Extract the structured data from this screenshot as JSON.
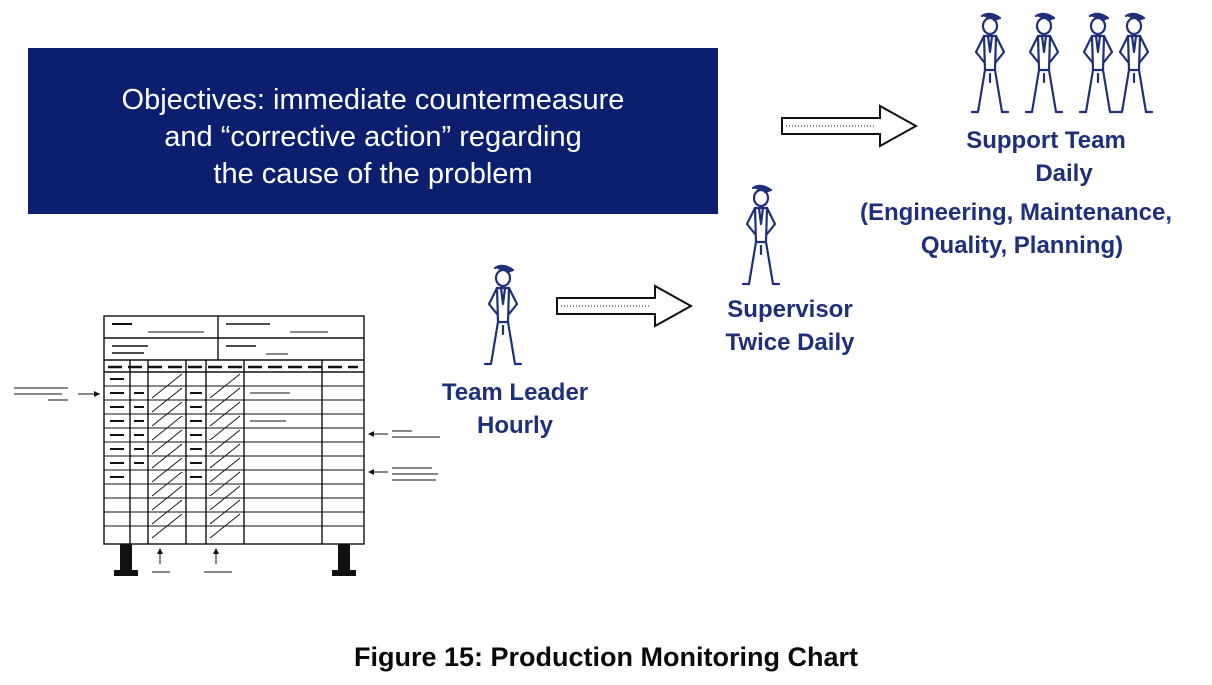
{
  "objective": {
    "lines": [
      "Objectives: immediate countermeasure",
      "and “corrective action” regarding",
      "the cause of the problem"
    ]
  },
  "roles": {
    "team_leader": {
      "name": "Team Leader",
      "frequency": "Hourly"
    },
    "supervisor": {
      "name": "Supervisor",
      "frequency": "Twice Daily"
    },
    "support_team": {
      "name": "Support Team",
      "frequency": "Daily",
      "members": "(Engineering, Maintenance,",
      "members_2": "Quality, Planning)"
    }
  },
  "caption": "Figure 15: Production Monitoring Chart",
  "colors": {
    "box_fill": "#0b1f6e",
    "label_text": "#1f2f7a",
    "figure_stroke": "#1f2f7a"
  },
  "icons": [
    "person-icon",
    "arrow-right-icon",
    "monitoring-board-icon"
  ]
}
